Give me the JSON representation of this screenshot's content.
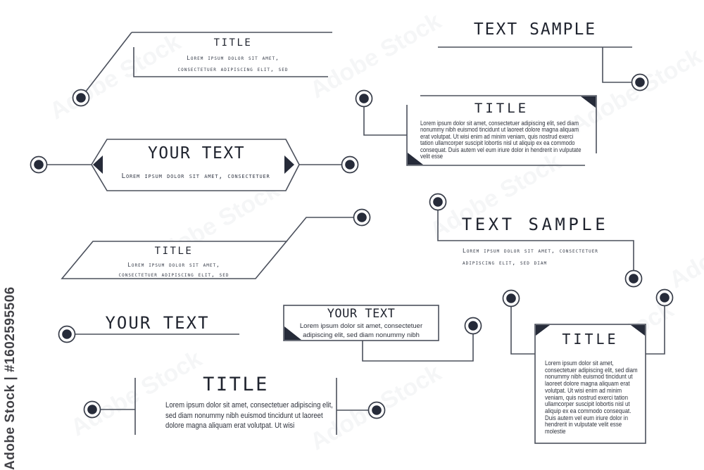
{
  "watermark": {
    "vertical_label": "Adobe Stock | #1602595506",
    "tile_label": "Adobe Stock"
  },
  "colors": {
    "ink": "#262b39",
    "line": "#4b505c",
    "heading": "#20242e"
  },
  "callouts": {
    "top_left": {
      "title": "TITLE",
      "line1": "Lorem ipsum dolor sit amet,",
      "line2": "consectetuer adipiscing elit, sed"
    },
    "top_right": {
      "title": "TEXT SAMPLE"
    },
    "mid_right_box": {
      "title": "TITLE",
      "body": "Lorem ipsum dolor sit amet, consectetuer adipiscing elit, sed diam nonummy nibh euismod tincidunt ut laoreet dolore magna aliquam erat volutpat. Ut wisi enim ad minim veniam, quis nostrud exerci tation ullamcorper suscipit lobortis nisl ut aliquip ex ea commodo consequat. Duis autem vel eum iriure dolor in hendrerit in vulputate velit esse"
    },
    "hexagon": {
      "title": "YOUR TEXT",
      "subtitle": "Lorem ipsum dolor sit amet, consectetuer"
    },
    "parallelogram": {
      "title": "TITLE",
      "line1": "Lorem ipsum dolor sit amet,",
      "line2": "consectetuer adipiscing elit, sed"
    },
    "right_sample": {
      "title": "TEXT SAMPLE",
      "line1": "Lorem ipsum dolor sit amet, consectetuer",
      "line2": "adipiscing elit, sed diam"
    },
    "left_your_text": {
      "title": "YOUR TEXT"
    },
    "center_box": {
      "title": "YOUR TEXT",
      "line1": "Lorem ipsum dolor sit amet, consectetuer",
      "line2": "adipiscing elit, sed diam nonummy nibh"
    },
    "bottom_right_box": {
      "title": "TITLE",
      "body": "Lorem ipsum dolor sit amet, consectetuer adipiscing elit, sed diam nonummy nibh euismod tincidunt ut laoreet dolore magna aliquam erat volutpat. Ut wisi enim ad minim veniam, quis nostrud exerci tation ullamcorper suscipit lobortis nisl ut aliquip ex ea commodo consequat. Duis autem vel eum iriure dolor in hendrerit in vulputate velit esse molestie"
    },
    "bottom": {
      "title": "TITLE",
      "body": "Lorem ipsum dolor sit amet, consectetuer adipiscing elit, sed diam nonummy nibh euismod tincidunt ut laoreet dolore magna aliquam erat volutpat. Ut wisi"
    }
  }
}
